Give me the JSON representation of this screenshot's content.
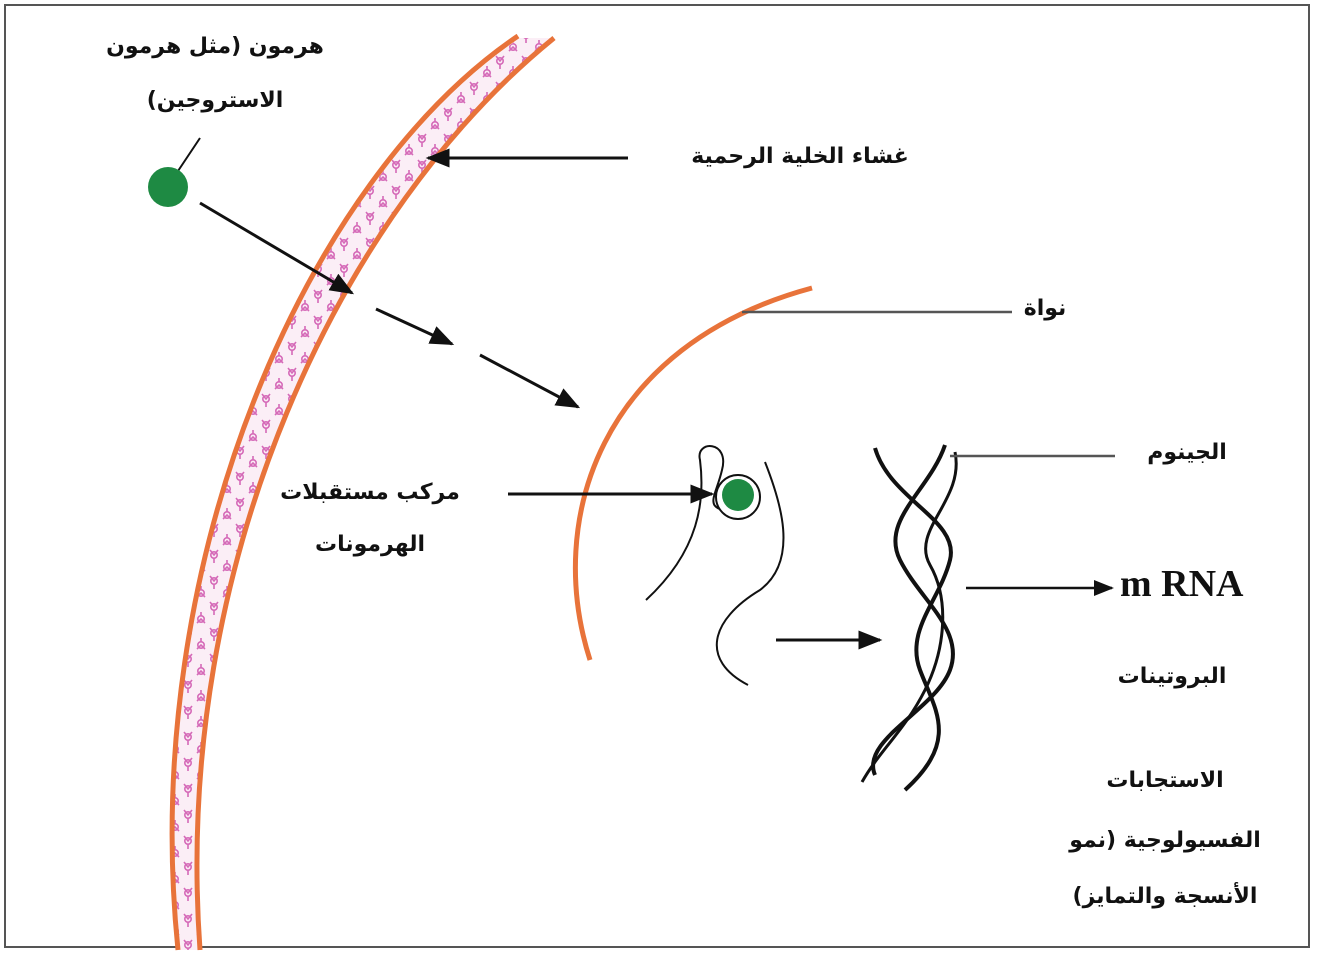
{
  "labels": {
    "hormone_line1": "هرمون (مثل هرمون",
    "hormone_line2": "الاستروجين)",
    "membrane": "غشاء الخلية الرحمية",
    "nucleus": "نواة",
    "receptor_line1": "مركب مستقبلات",
    "receptor_line2": "الهرمونات",
    "genome": "الجينوم",
    "mrna": "m RNA",
    "proteins": "البروتينات",
    "response_line1": "الاستجابات",
    "response_line2": "الفسيولوجية (نمو",
    "response_line3": "الأنسجة والتمايز)"
  },
  "colors": {
    "membrane": "#e8733a",
    "membrane_fill": "#f7e8f2",
    "receptor_glyph": "#d56ab8",
    "hormone": "#1e8a43",
    "ink": "#111111"
  }
}
